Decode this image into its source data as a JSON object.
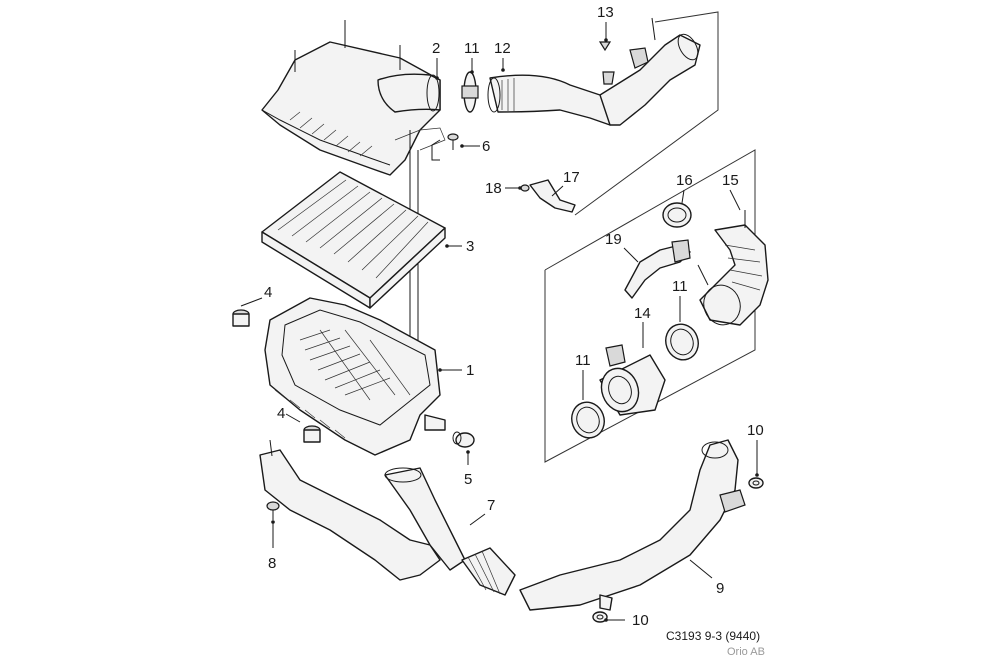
{
  "diagram": {
    "callouts": [
      "1",
      "2",
      "3",
      "4",
      "4",
      "5",
      "6",
      "7",
      "8",
      "9",
      "10",
      "10",
      "11",
      "11",
      "11",
      "12",
      "13",
      "14",
      "15",
      "16",
      "17",
      "18",
      "19"
    ],
    "reference": "C3193 9-3 (9440)",
    "publisher": "Orio AB"
  }
}
